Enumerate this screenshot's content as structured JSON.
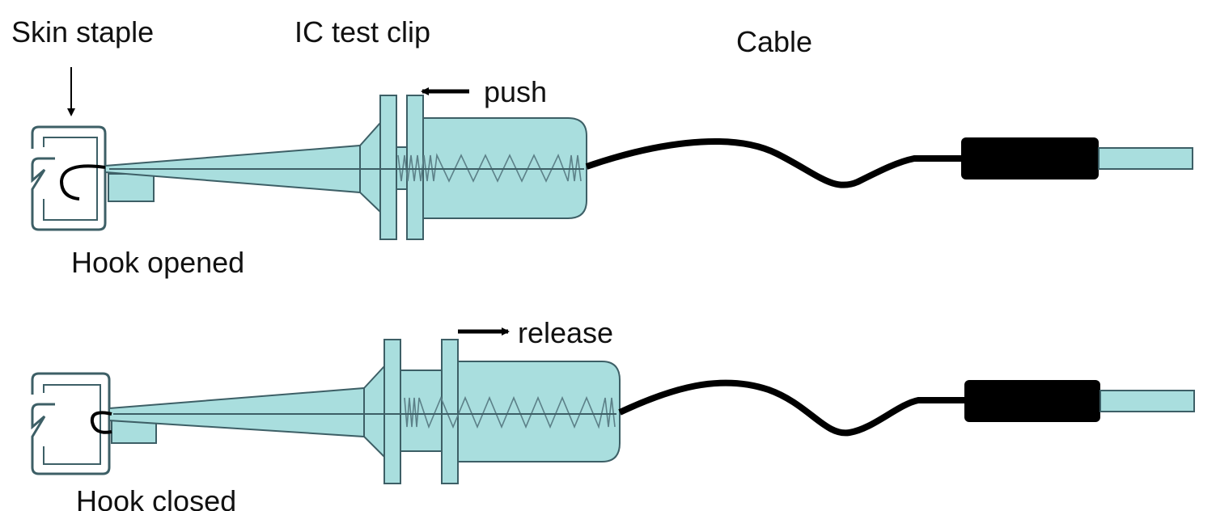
{
  "labels": {
    "skin_staple": "Skin staple",
    "ic_test_clip": "IC test clip",
    "cable": "Cable",
    "push": "push",
    "hook_opened": "Hook opened",
    "release": "release",
    "hook_closed": "Hook closed"
  },
  "colors": {
    "body_fill": "#a9dede",
    "outline": "#3d5f66",
    "cable": "#000000",
    "plug": "#000000"
  },
  "states": [
    {
      "name": "Hook opened",
      "hook": "opened",
      "action": "push",
      "arrow_direction": "left"
    },
    {
      "name": "Hook closed",
      "hook": "closed",
      "action": "release",
      "arrow_direction": "right"
    }
  ]
}
